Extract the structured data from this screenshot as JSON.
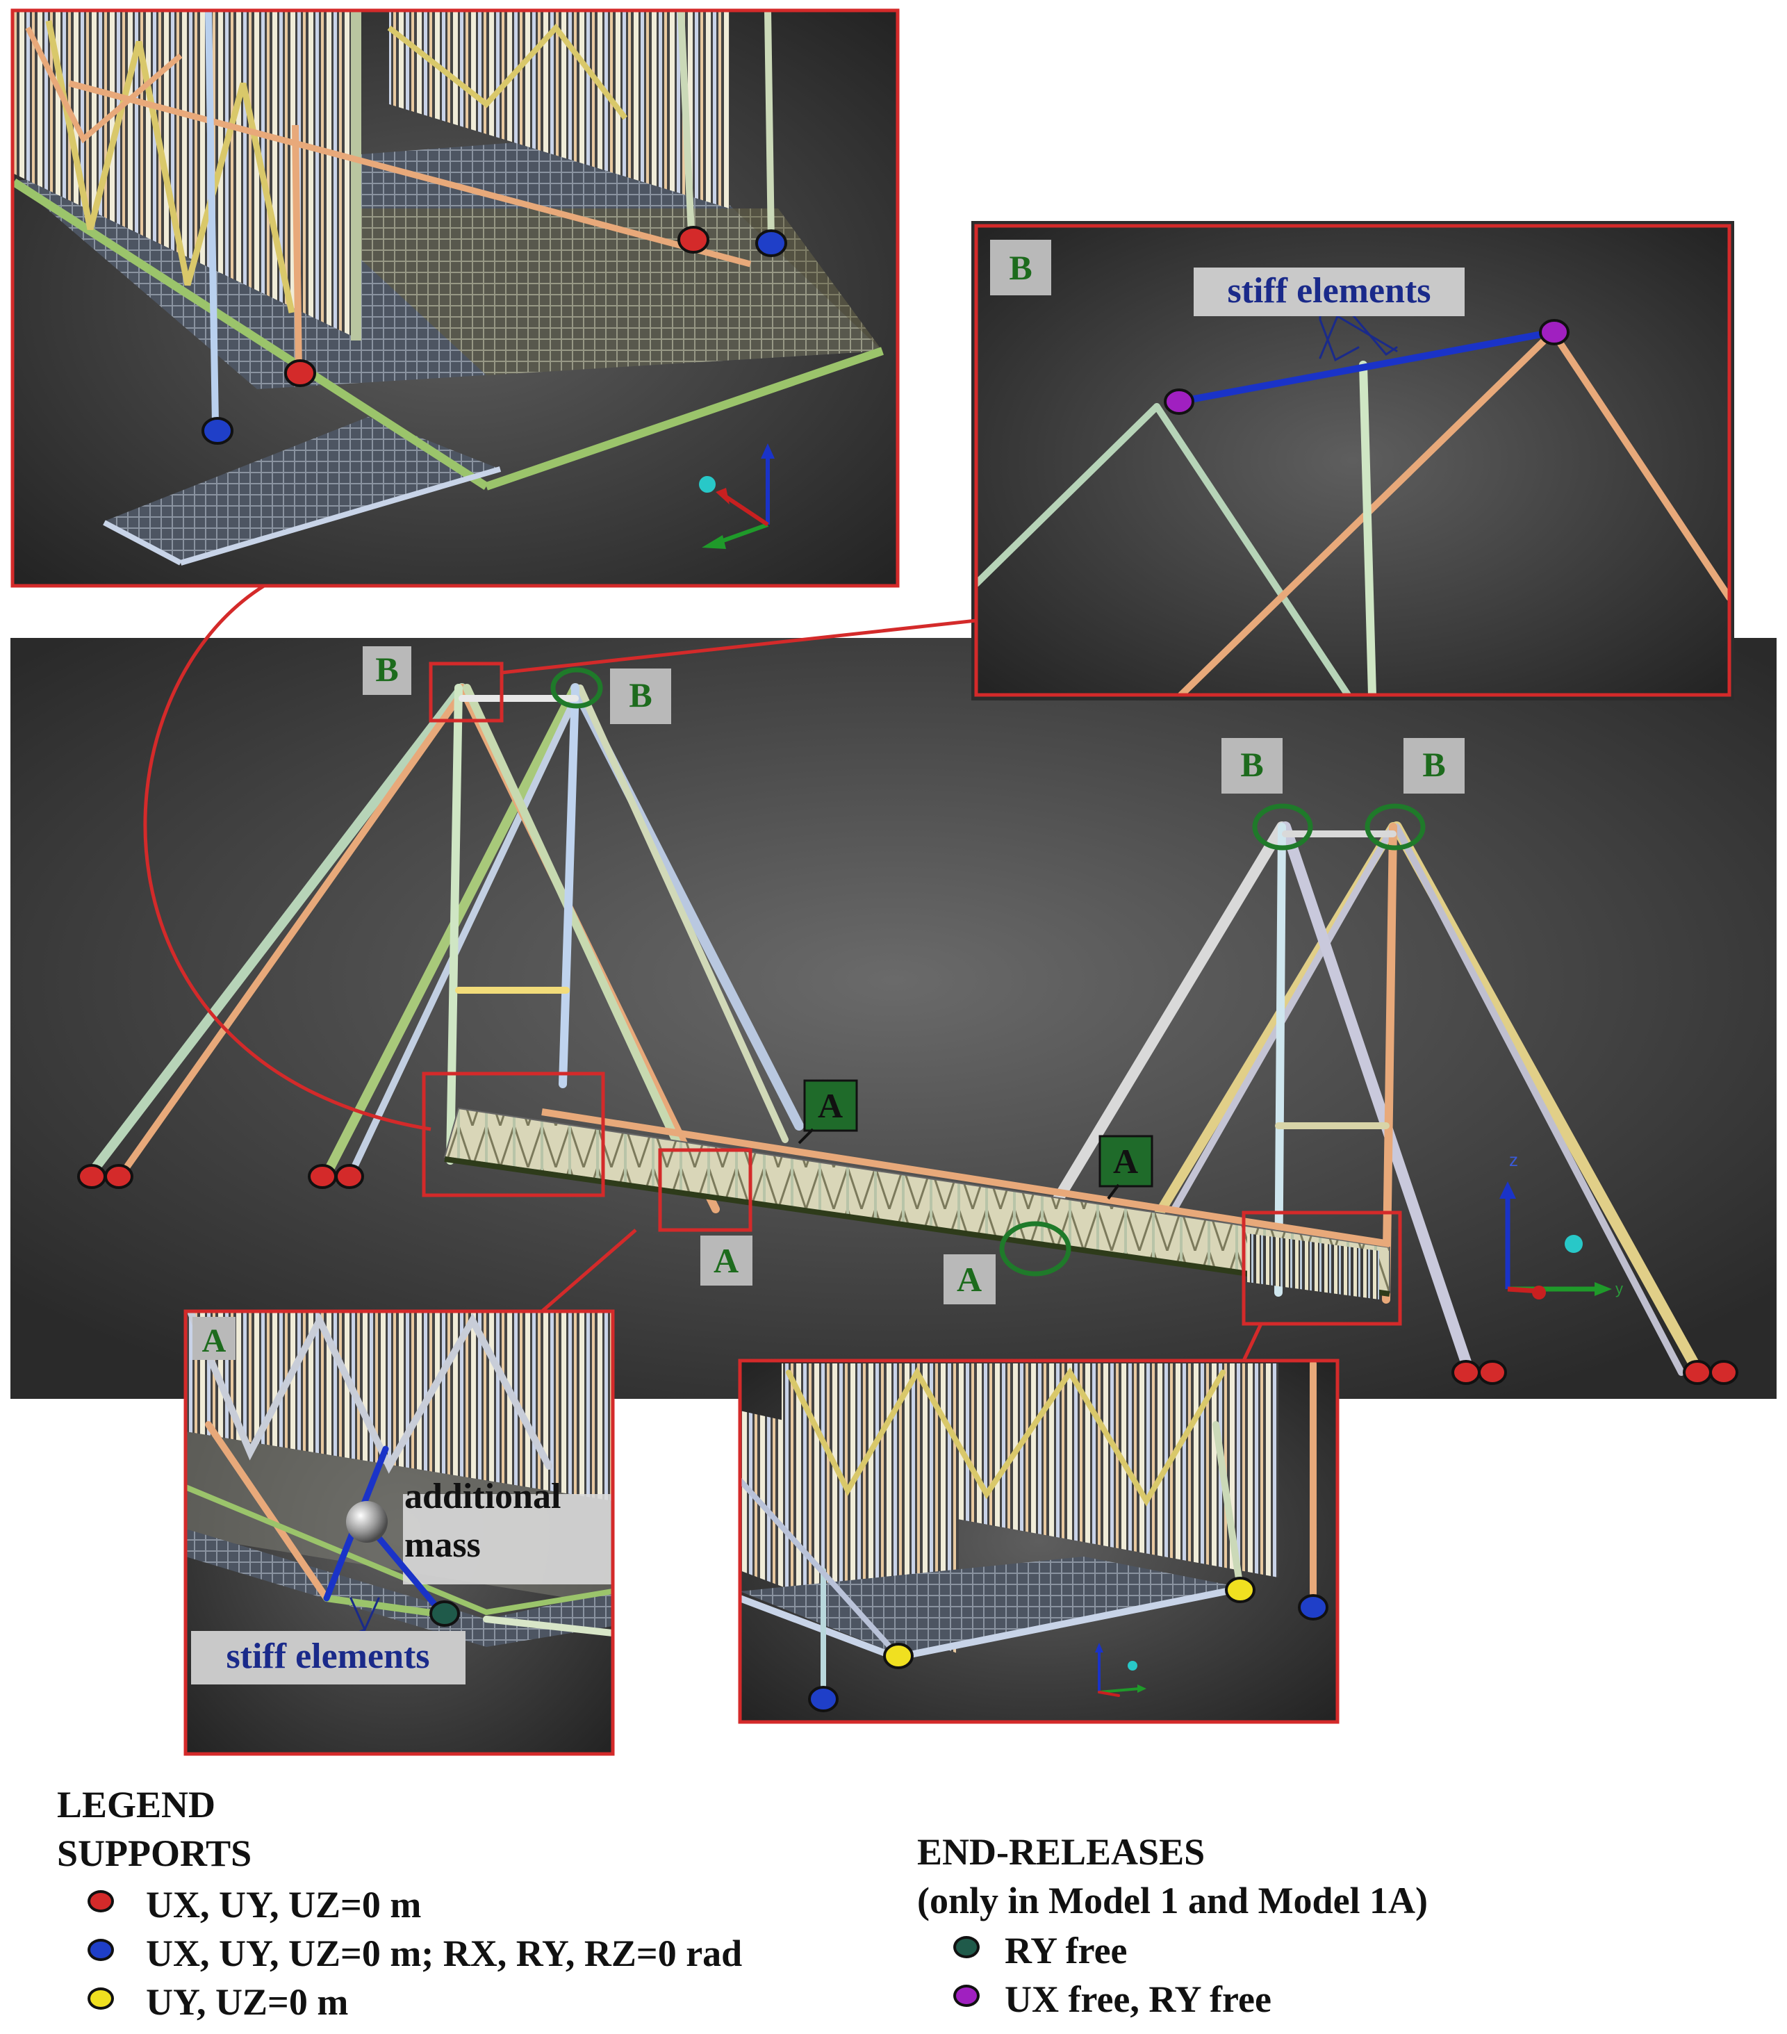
{
  "labels": {
    "node_A": "A",
    "node_B": "B",
    "stiff_elements": "stiff elements",
    "additional_mass_1": "additional",
    "additional_mass_2": "mass"
  },
  "legend": {
    "title": "LEGEND",
    "supports_title": "SUPPORTS",
    "supports": [
      {
        "label": "UX, UY, UZ=0 m",
        "color": "#d42a2a"
      },
      {
        "label": "UX, UY, UZ=0 m; RX, RY, RZ=0 rad",
        "color": "#1f3fc8"
      },
      {
        "label": "UY, UZ=0 m",
        "color": "#f0e020"
      }
    ],
    "releases_title": "END-RELEASES",
    "releases_subtitle": "(only in Model 1 and Model 1A)",
    "releases": [
      {
        "label": "RY free",
        "color": "#1f5a4a"
      },
      {
        "label": "UX free, RY free",
        "color": "#a020c0"
      }
    ]
  },
  "axes": {
    "z": "z",
    "y": "y"
  },
  "colors": {
    "highlight_box": "#d42a2a",
    "release_circle": "#1f7a2a",
    "stiff_blue": "#1a33c8",
    "label_bg": "#b9b9b9",
    "label_text_green": "#1d6b1d",
    "label_text_blue": "#1a2a8a"
  }
}
